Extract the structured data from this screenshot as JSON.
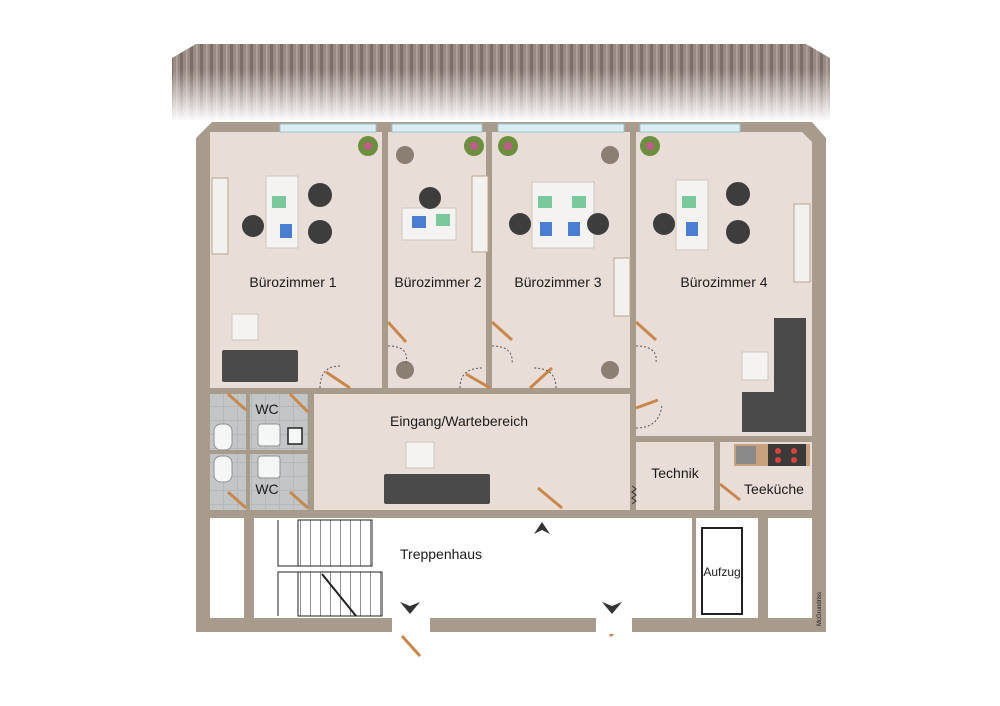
{
  "rooms": {
    "office1": "Bürozimmer 1",
    "office2": "Bürozimmer 2",
    "office3": "Bürozimmer 3",
    "office4": "Bürozimmer 4",
    "entrance": "Eingang/Wartebereich",
    "wc_top": "WC",
    "wc_bottom": "WC",
    "technik": "Technik",
    "kitchen": "Teeküche",
    "stairwell": "Treppenhaus",
    "elevator": "Aufzug"
  },
  "watermark": "McGrundriss",
  "colors": {
    "wall": "#a89b8c",
    "floor": "#e9ddd8",
    "tile": "#b9bcbd",
    "sofa": "#4a4a4a",
    "door": "#c9874b",
    "roof": "#8f7f78"
  }
}
